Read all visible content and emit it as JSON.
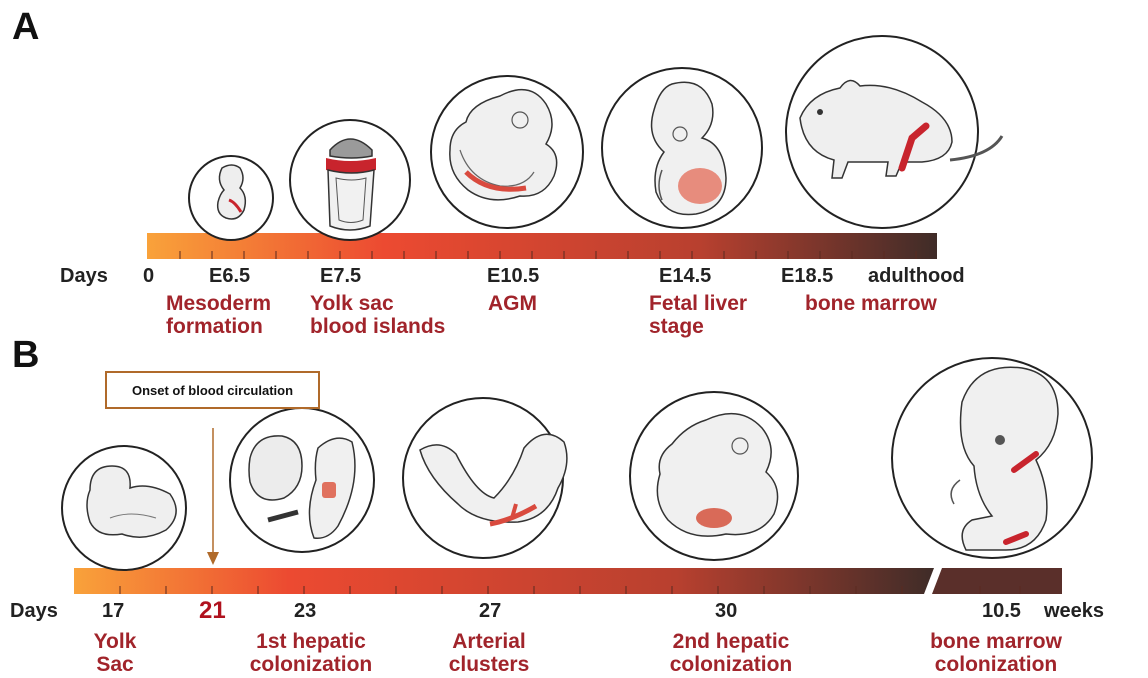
{
  "panel_a": {
    "letter": "A",
    "days_label": "Days",
    "ticks": [
      "0",
      "E6.5",
      "E7.5",
      "E10.5",
      "E14.5",
      "E18.5",
      "adulthood"
    ],
    "stages": [
      {
        "label": "Mesoderm\nformation",
        "icon": "early-embryo-icon"
      },
      {
        "label": "Yolk sac\nblood islands",
        "icon": "yolk-sac-icon"
      },
      {
        "label": "AGM",
        "icon": "e10-embryo-icon"
      },
      {
        "label": "Fetal liver\nstage",
        "icon": "fetal-liver-embryo-icon"
      },
      {
        "label": "bone marrow",
        "icon": "adult-mouse-icon"
      }
    ]
  },
  "panel_b": {
    "letter": "B",
    "days_label": "Days",
    "onset_label": "Onset of blood circulation",
    "ticks": [
      "17",
      "21",
      "23",
      "27",
      "30",
      "10.5",
      "weeks"
    ],
    "stages": [
      {
        "label": "Yolk\nSac",
        "icon": "human-yolk-sac-icon"
      },
      {
        "label": "1st hepatic\ncolonization",
        "icon": "day23-embryo-icon"
      },
      {
        "label": "Arterial\nclusters",
        "icon": "day27-embryo-icon"
      },
      {
        "label": "2nd hepatic\ncolonization",
        "icon": "day30-embryo-icon"
      },
      {
        "label": "bone marrow\ncolonization",
        "icon": "fetus-10-weeks-icon"
      }
    ]
  },
  "colors": {
    "gradient_start": "#f9a23a",
    "gradient_mid": "#e8452f",
    "gradient_end": "#3d2b27",
    "hema_red": "#c8242d"
  }
}
